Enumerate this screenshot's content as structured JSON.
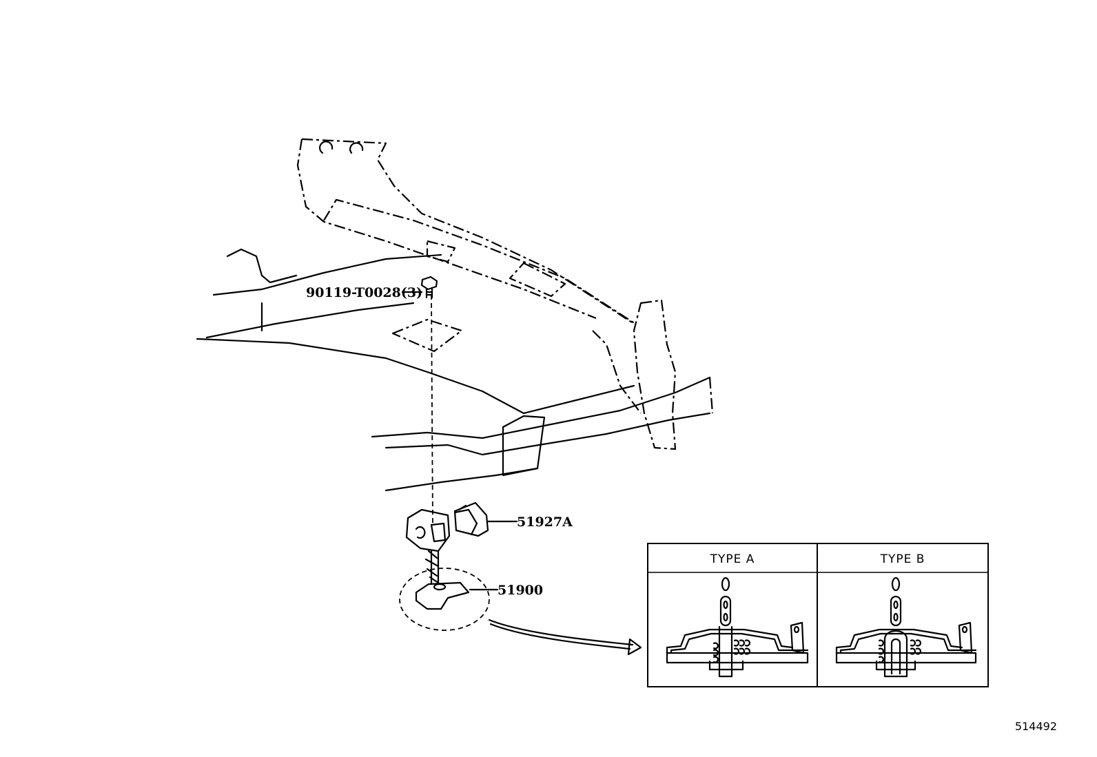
{
  "parts": [
    {
      "part_number": "90119-T0028(3)"
    },
    {
      "part_number": "51927A"
    },
    {
      "part_number": "51900"
    }
  ],
  "detail_inset": {
    "type_a_label": "TYPE A",
    "type_b_label": "TYPE B"
  },
  "figure_id": "514492"
}
